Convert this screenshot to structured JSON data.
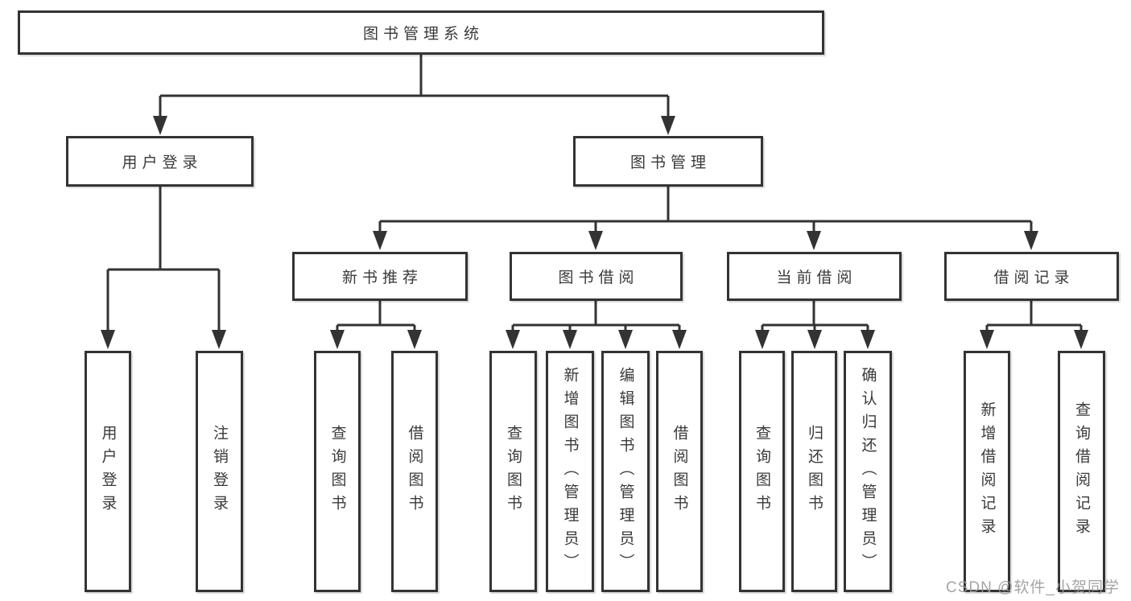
{
  "tree": {
    "label": "图书管理系统",
    "children": [
      {
        "label": "用户登录",
        "children": [
          {
            "label": "用户登录"
          },
          {
            "label": "注销登录"
          }
        ]
      },
      {
        "label": "图书管理",
        "children": [
          {
            "label": "新书推荐",
            "children": [
              {
                "label": "查询图书"
              },
              {
                "label": "借阅图书"
              }
            ]
          },
          {
            "label": "图书借阅",
            "children": [
              {
                "label": "查询图书"
              },
              {
                "label": "新增图书（管理员）"
              },
              {
                "label": "编辑图书（管理员）"
              },
              {
                "label": "借阅图书"
              }
            ]
          },
          {
            "label": "当前借阅",
            "children": [
              {
                "label": "查询图书"
              },
              {
                "label": "归还图书"
              },
              {
                "label": "确认归还（管理员）"
              }
            ]
          },
          {
            "label": "借阅记录",
            "children": [
              {
                "label": "新增借阅记录"
              },
              {
                "label": "查询借阅记录"
              }
            ]
          }
        ]
      }
    ]
  },
  "watermark": {
    "text": "CSDN @软件_小贺同学"
  },
  "colors": {
    "line": "#333333",
    "box_border": "#333333",
    "text": "#3a3a3a",
    "watermark_gray": "#9b9b9b",
    "background": "#ffffff"
  }
}
